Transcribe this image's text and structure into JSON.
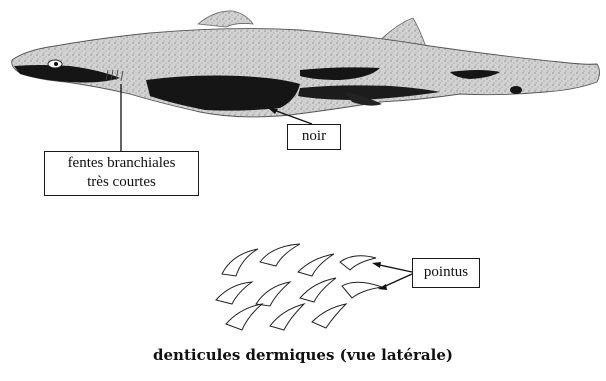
{
  "labels": {
    "gill_slits": [
      "fentes branchiales",
      "très courtes"
    ],
    "black": "noir",
    "pointed": "pointus"
  },
  "caption": "denticules dermiques (vue latérale)",
  "colors": {
    "ink": "#111111",
    "body_gray": "#c9c9c9",
    "dark_patch": "#151515"
  }
}
